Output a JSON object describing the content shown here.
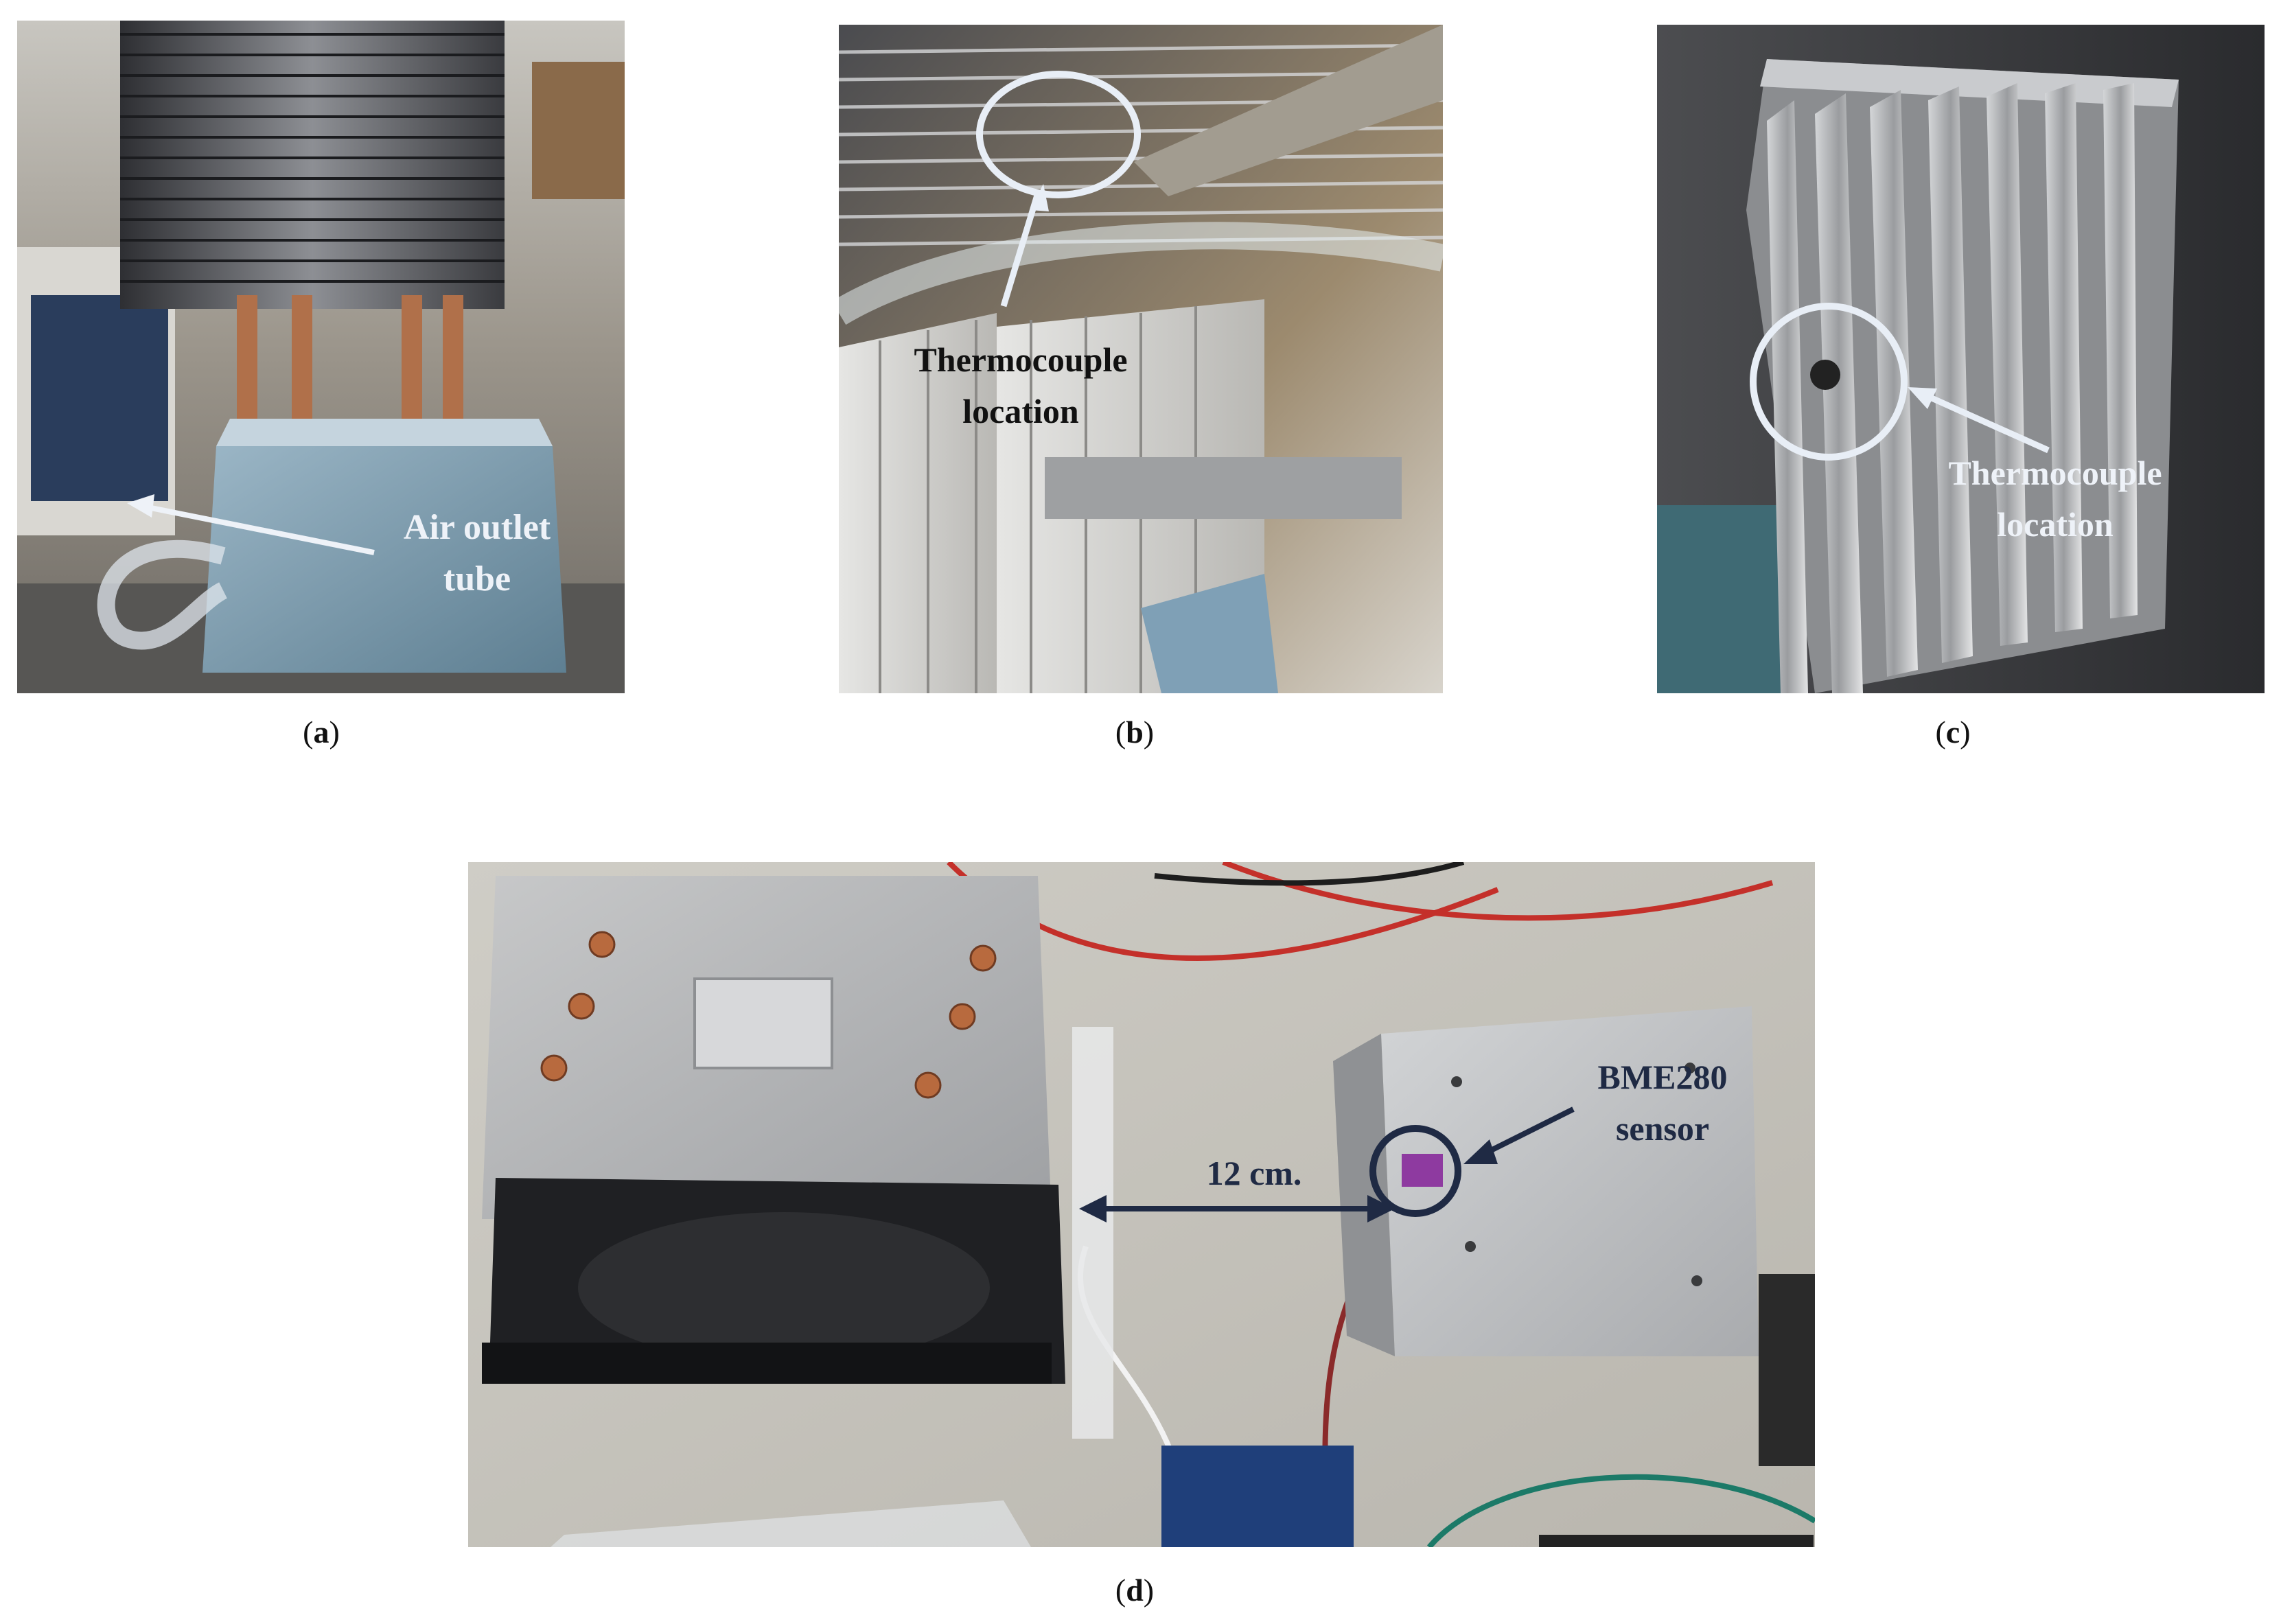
{
  "figure": {
    "panel_a": {
      "caption_letter": "a",
      "annotation_line1": "Air outlet",
      "annotation_line2": "tube",
      "annotation_color": "#eef2f8"
    },
    "panel_b": {
      "caption_letter": "b",
      "annotation_line1": "Thermocouple",
      "annotation_line2": "location",
      "annotation_color": "#111111"
    },
    "panel_c": {
      "caption_letter": "c",
      "annotation_line1": "Thermocouple",
      "annotation_line2": "location",
      "annotation_color": "#eef2f8"
    },
    "panel_d": {
      "caption_letter": "d",
      "distance_label": "12 cm.",
      "sensor_line1": "BME280",
      "sensor_line2": "sensor",
      "annotation_color": "#1f2a44"
    }
  }
}
